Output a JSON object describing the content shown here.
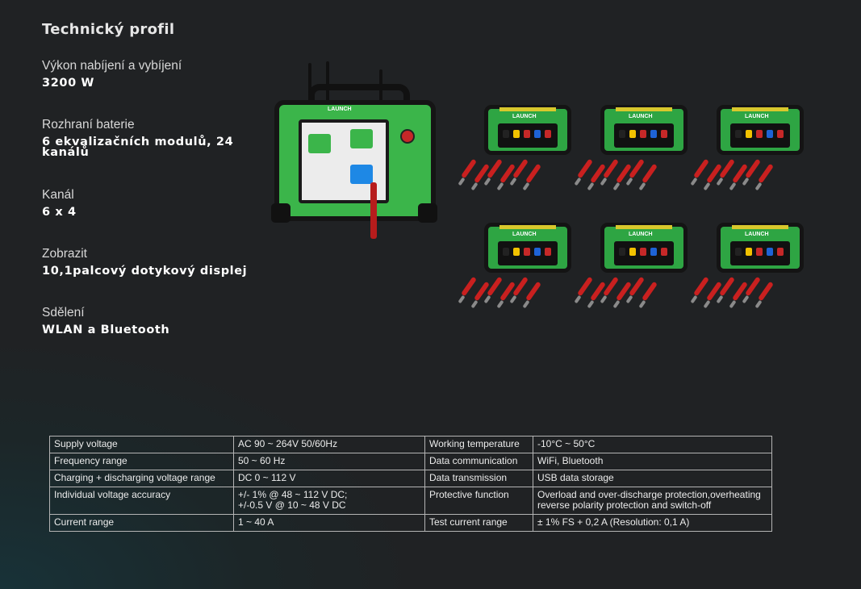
{
  "title": "Technický profil",
  "specs": [
    {
      "label": "Výkon nabíjení a vybíjení",
      "value": "3200 W"
    },
    {
      "label": "Rozhraní baterie",
      "value": "6 ekvalizačních modulů, 24 kanálů"
    },
    {
      "label": "Kanál",
      "value": "6 x 4"
    },
    {
      "label": "Zobrazit",
      "value": "10,1palcový dotykový displej"
    },
    {
      "label": "Sdělení",
      "value": "WLAN a Bluetooth"
    }
  ],
  "device": {
    "brand": "LAUNCH"
  },
  "modules": {
    "brand": "LAUNCH",
    "count": 6
  },
  "table": [
    {
      "k1": "Supply voltage",
      "v1": "AC 90 ~ 264V 50/60Hz",
      "k2": "Working temperature",
      "v2": "-10°C ~ 50°C"
    },
    {
      "k1": "Frequency range",
      "v1": "50 ~ 60 Hz",
      "k2": "Data communication",
      "v2": "WiFi, Bluetooth"
    },
    {
      "k1": "Charging + discharging voltage range",
      "v1": "DC 0 ~ 112 V",
      "k2": "Data transmission",
      "v2": "USB data storage"
    },
    {
      "k1": "Individual voltage accuracy",
      "v1": "+/- 1% @ 48 ~ 112 V DC;",
      "v1b": "+/-0.5 V @ 10 ~ 48 V DC",
      "k2": "Protective function",
      "v2": "Overload and over-discharge protection,overheating",
      "v2b": "reverse polarity protection and switch-off"
    },
    {
      "k1": "Current range",
      "v1": "1 ~ 40 A",
      "k2": "Test current range",
      "v2": "± 1% FS + 0,2 A (Resolution: 0,1 A)"
    }
  ],
  "colors": {
    "accent_green": "#3bb54a",
    "cable_red": "#c9201f",
    "background": "#202224"
  }
}
